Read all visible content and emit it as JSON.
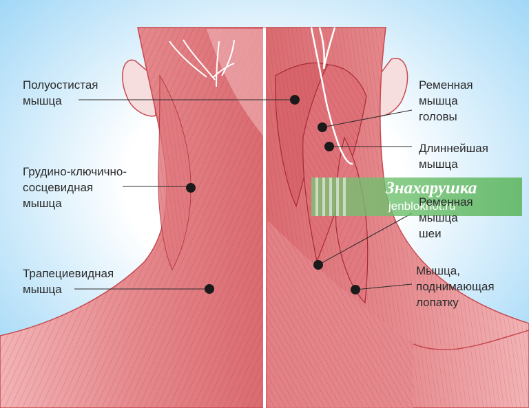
{
  "labels_left": [
    {
      "id": "semispinalis",
      "lines": [
        "Полуостистая",
        "мышца"
      ]
    },
    {
      "id": "sternocleidomastoid",
      "lines": [
        "Грудино-ключично-",
        "сосцевидная",
        "мышца"
      ]
    },
    {
      "id": "trapezius",
      "lines": [
        "Трапециевидная",
        "мышца"
      ]
    }
  ],
  "labels_right": [
    {
      "id": "splenius-capitis",
      "lines": [
        "Ременная",
        "мышца",
        "головы"
      ]
    },
    {
      "id": "longissimus",
      "lines": [
        "Длиннейшая",
        "мышца"
      ]
    },
    {
      "id": "splenius-cervicis",
      "lines": [
        "Ременная",
        "мышца",
        "шеи"
      ]
    },
    {
      "id": "levator-scapulae",
      "lines": [
        "Мышца,",
        "поднимающая",
        "лопатку"
      ]
    }
  ],
  "watermark": {
    "brand": "Знахарушка",
    "site": "jenbloknot.ru"
  },
  "colors": {
    "muscle": "#e58a8e",
    "muscle_dark": "#c7484f",
    "fiber": "#b03038",
    "background_blue": "#8fd0f5",
    "watermark_green": "#6cc46c"
  }
}
